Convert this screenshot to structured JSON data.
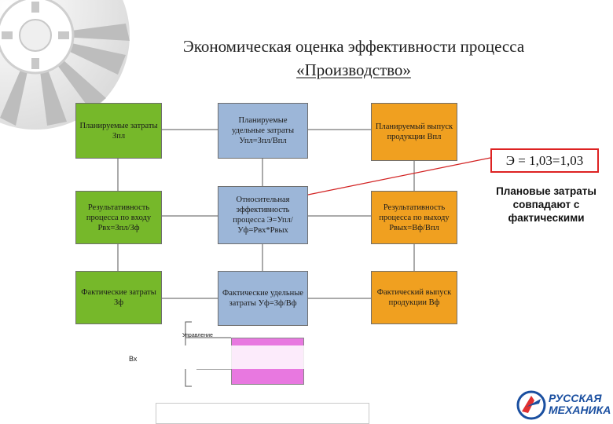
{
  "title": {
    "line1": "Экономическая оценка эффективности процесса",
    "line2": "«Производство»"
  },
  "boxes": {
    "planned_costs": "Планируемые затраты Зпл",
    "planned_unit_costs": "Планируемые удельные затраты Упл=Зпл/Впл",
    "planned_output": "Планируемый выпуск продукции Впл",
    "input_effectiveness": "Результативность процесса по входу Рвх=Зпл/Зф",
    "relative_efficiency": "Относительная эффективность процесса Э=Упл/Уф=Рвх*Рвых",
    "output_effectiveness": "Результативность процесса по выходу Рвых=Вф/Впл",
    "actual_costs": "Фактические затраты Зф",
    "actual_unit_costs": "Фактические удельные затраты Уф=Зф/Вф",
    "actual_output": "Фактический выпуск продукции Вф"
  },
  "equation": "Э = 1,03=1,03",
  "note": "Плановые затраты совпадают с фактическими",
  "lower": {
    "management_label": "Управление",
    "input_label": "Вх"
  },
  "logo": {
    "line1": "РУССКАЯ",
    "line2": "МЕХАНИКА"
  },
  "colors": {
    "green": "#76b82a",
    "blue": "#9cb6d8",
    "orange": "#f0a020",
    "pink": "#e878e0",
    "accent_red": "#d22222",
    "brand_blue": "#1a4fa0"
  }
}
